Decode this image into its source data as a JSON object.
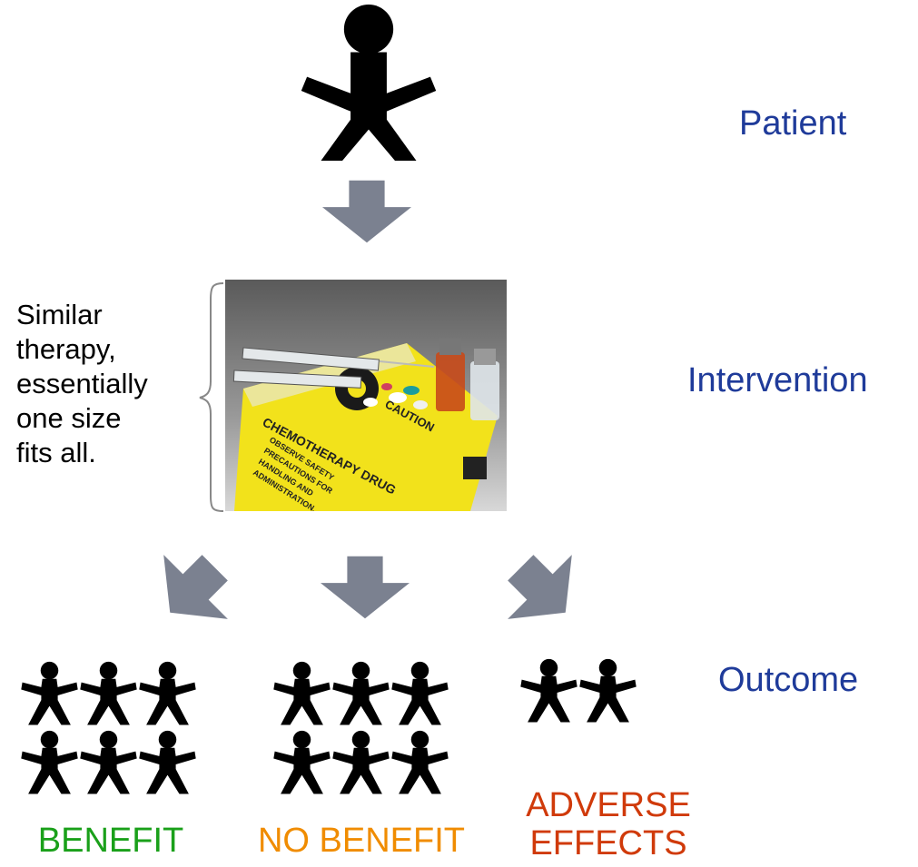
{
  "stages": {
    "patient": "Patient",
    "intervention": "Intervention",
    "outcome": "Outcome"
  },
  "note": [
    "Similar",
    "therapy,",
    "essentially",
    "one size",
    "fits all."
  ],
  "drug_photo": {
    "bag_title": "CHEMOTHERAPY DRUG",
    "caution": "CAUTION",
    "instructions": [
      "OBSERVE SAFETY",
      "PRECAUTIONS FOR",
      "HANDLING AND",
      "ADMINISTRATION."
    ]
  },
  "groups": {
    "benefit": {
      "label": "BENEFIT",
      "color": "#1aa01a",
      "count": 6
    },
    "no_benefit": {
      "label": "NO BENEFIT",
      "color": "#f08c00",
      "count": 6
    },
    "adverse": {
      "label_line1": "ADVERSE",
      "label_line2": "EFFECTS",
      "color": "#d03a0a",
      "count": 2
    }
  },
  "colors": {
    "stage_label": "#1f3b9a",
    "arrow": "#7b8190",
    "figure": "#000000"
  }
}
